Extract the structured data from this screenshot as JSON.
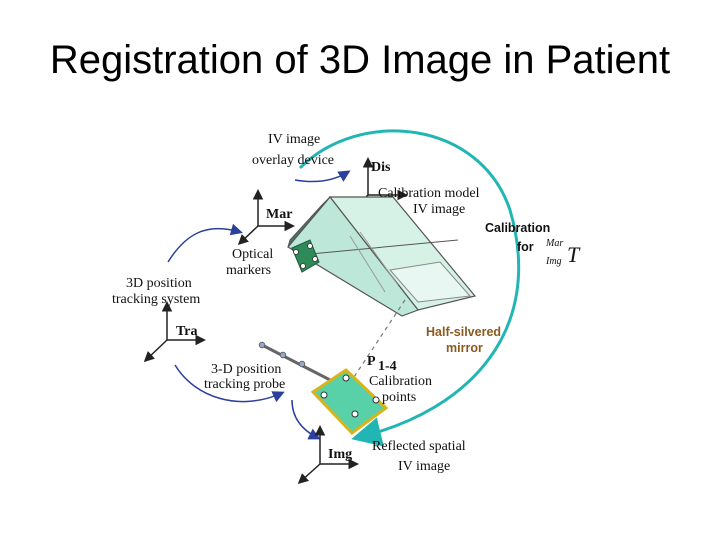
{
  "slide": {
    "title": "Registration of 3D Image in Patient"
  },
  "diagram": {
    "iv_image_overlay_device": [
      "IV image",
      "overlay device"
    ],
    "dis": "Dis",
    "calibration_model": "Calibration model",
    "iv_image": "IV image",
    "mar": "Mar",
    "optical_markers": [
      "Optical",
      "markers"
    ],
    "calibration": {
      "line1": "Calibration",
      "for": "for",
      "sup": "Mar",
      "sub": "Img",
      "T": "T"
    },
    "tracking_system": [
      "3D position",
      "tracking system"
    ],
    "tra": "Tra",
    "half_silvered_mirror": [
      "Half-silvered",
      "mirror"
    ],
    "p": {
      "base": "P",
      "sub": "1-4"
    },
    "calibration_points": [
      "Calibration",
      "points"
    ],
    "tracking_probe": [
      "3-D position",
      "tracking probe"
    ],
    "img": "Img",
    "reflected_image": [
      "Reflected spatial",
      "IV image"
    ],
    "colors": {
      "arrow_blue": "#2b3f9e",
      "arc_cyan": "#21b6b4",
      "device_green": "#bde8d9",
      "calib_plate": "#58d1a8",
      "marker_green": "#2e8b57",
      "mirror_label": "#8a5a1e"
    }
  }
}
